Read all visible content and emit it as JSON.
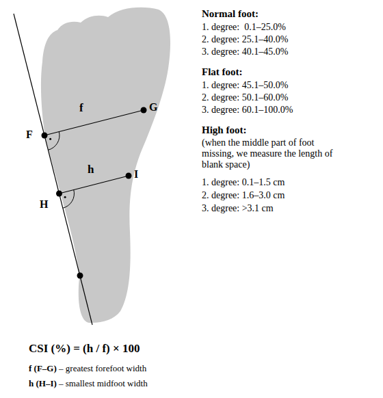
{
  "diagram": {
    "labels": [
      "f",
      "G",
      "F",
      "h",
      "I",
      "H",
      "Normal foot:",
      "1. degree:  0.1–25.0%",
      "2. degree: 25.1–40.0%",
      "3. degree: 40.1–45.0%",
      "Flat foot:",
      "1. degree: 45.1–50.0%",
      "2. degree: 50.1–60.0%",
      "3. degree: 60.1–100.0%",
      "High foot:",
      "(when the middle part of foot missing, we measure the length of blank space)",
      "1. degree: 0.1–1.5 cm",
      "2. degree: 1.6–3.0 cm",
      "3. degree: >3.1 cm",
      "CSI (%) = (h / f) × 100",
      "f (F–G)",
      " – greatest forefoot width",
      "h (H–I)",
      " – smallest midfoot width"
    ]
  }
}
